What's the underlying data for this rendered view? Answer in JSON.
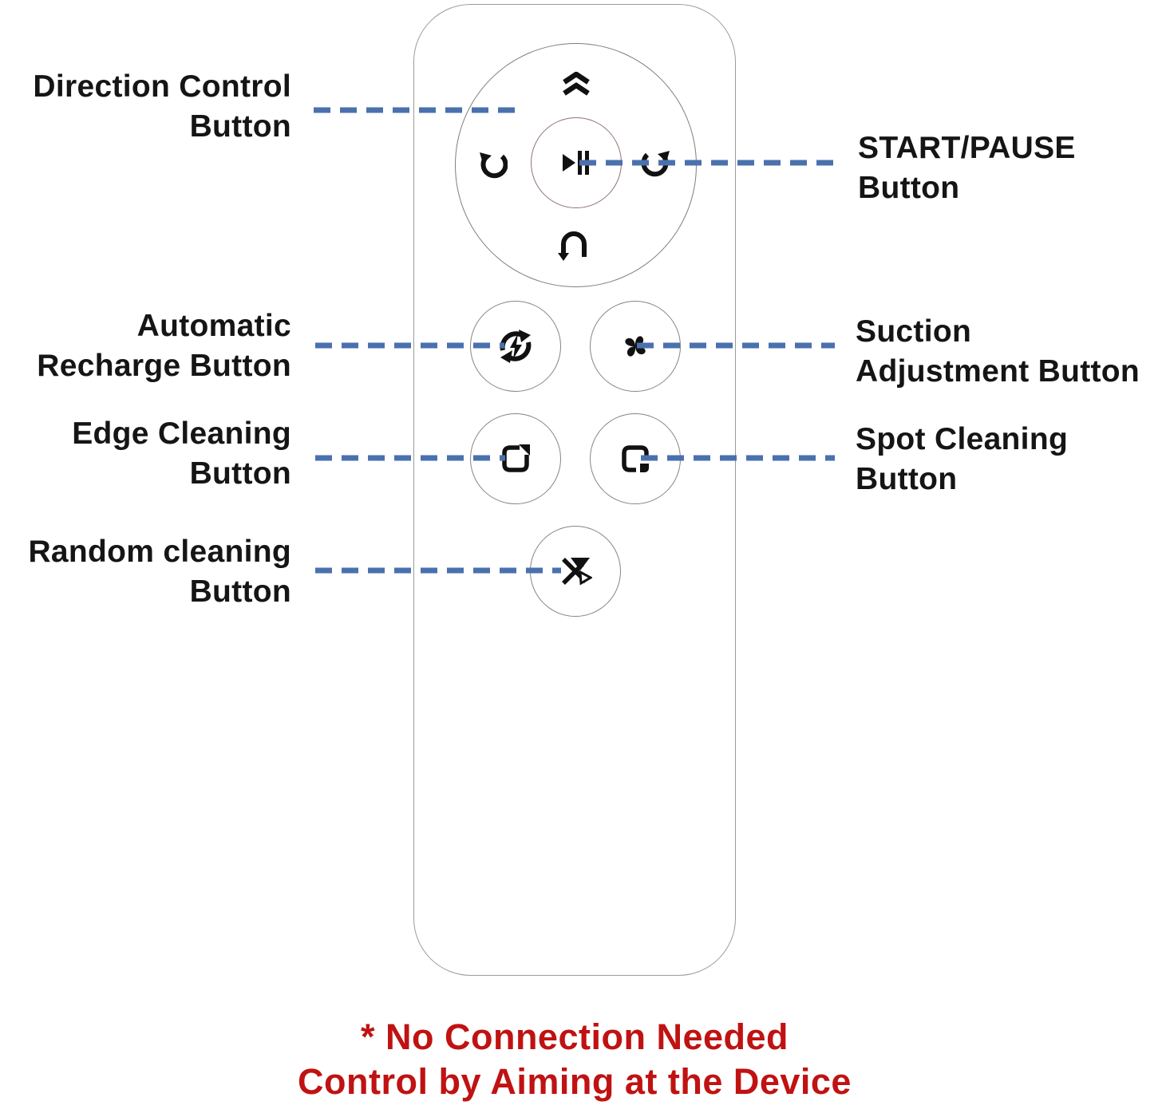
{
  "colors": {
    "leader_dash": "#4a71ad",
    "footer_red": "#c01212",
    "icon_black": "#111111",
    "outline_gray": "#9b9b9b"
  },
  "labels": {
    "direction": {
      "line1": "Direction Control",
      "line2": "Button"
    },
    "start_pause": {
      "line1": "START/PAUSE",
      "line2": "Button"
    },
    "auto_recharge": {
      "line1": "Automatic",
      "line2": "Recharge Button"
    },
    "suction": {
      "line1": "Suction",
      "line2": "Adjustment Button"
    },
    "edge": {
      "line1": "Edge Cleaning",
      "line2": "Button"
    },
    "spot": {
      "line1": "Spot Cleaning",
      "line2": "Button"
    },
    "random": {
      "line1": "Random cleaning",
      "line2": "Button"
    }
  },
  "remote": {
    "dpad_icons": {
      "up": "double-chevron-up",
      "left": "rotate-counterclockwise",
      "right": "rotate-clockwise",
      "down": "u-turn-arrow",
      "center": "play-pause"
    },
    "button_icons": {
      "auto_recharge": "recharge-circular-arrows-lightning",
      "suction": "fan-propeller",
      "edge": "square-corner-arrow",
      "spot": "square-filled-corner",
      "random": "shuffle-cross-arrows"
    }
  },
  "footer": {
    "line1": "* No Connection Needed",
    "line2": "Control by Aiming at the Device"
  }
}
